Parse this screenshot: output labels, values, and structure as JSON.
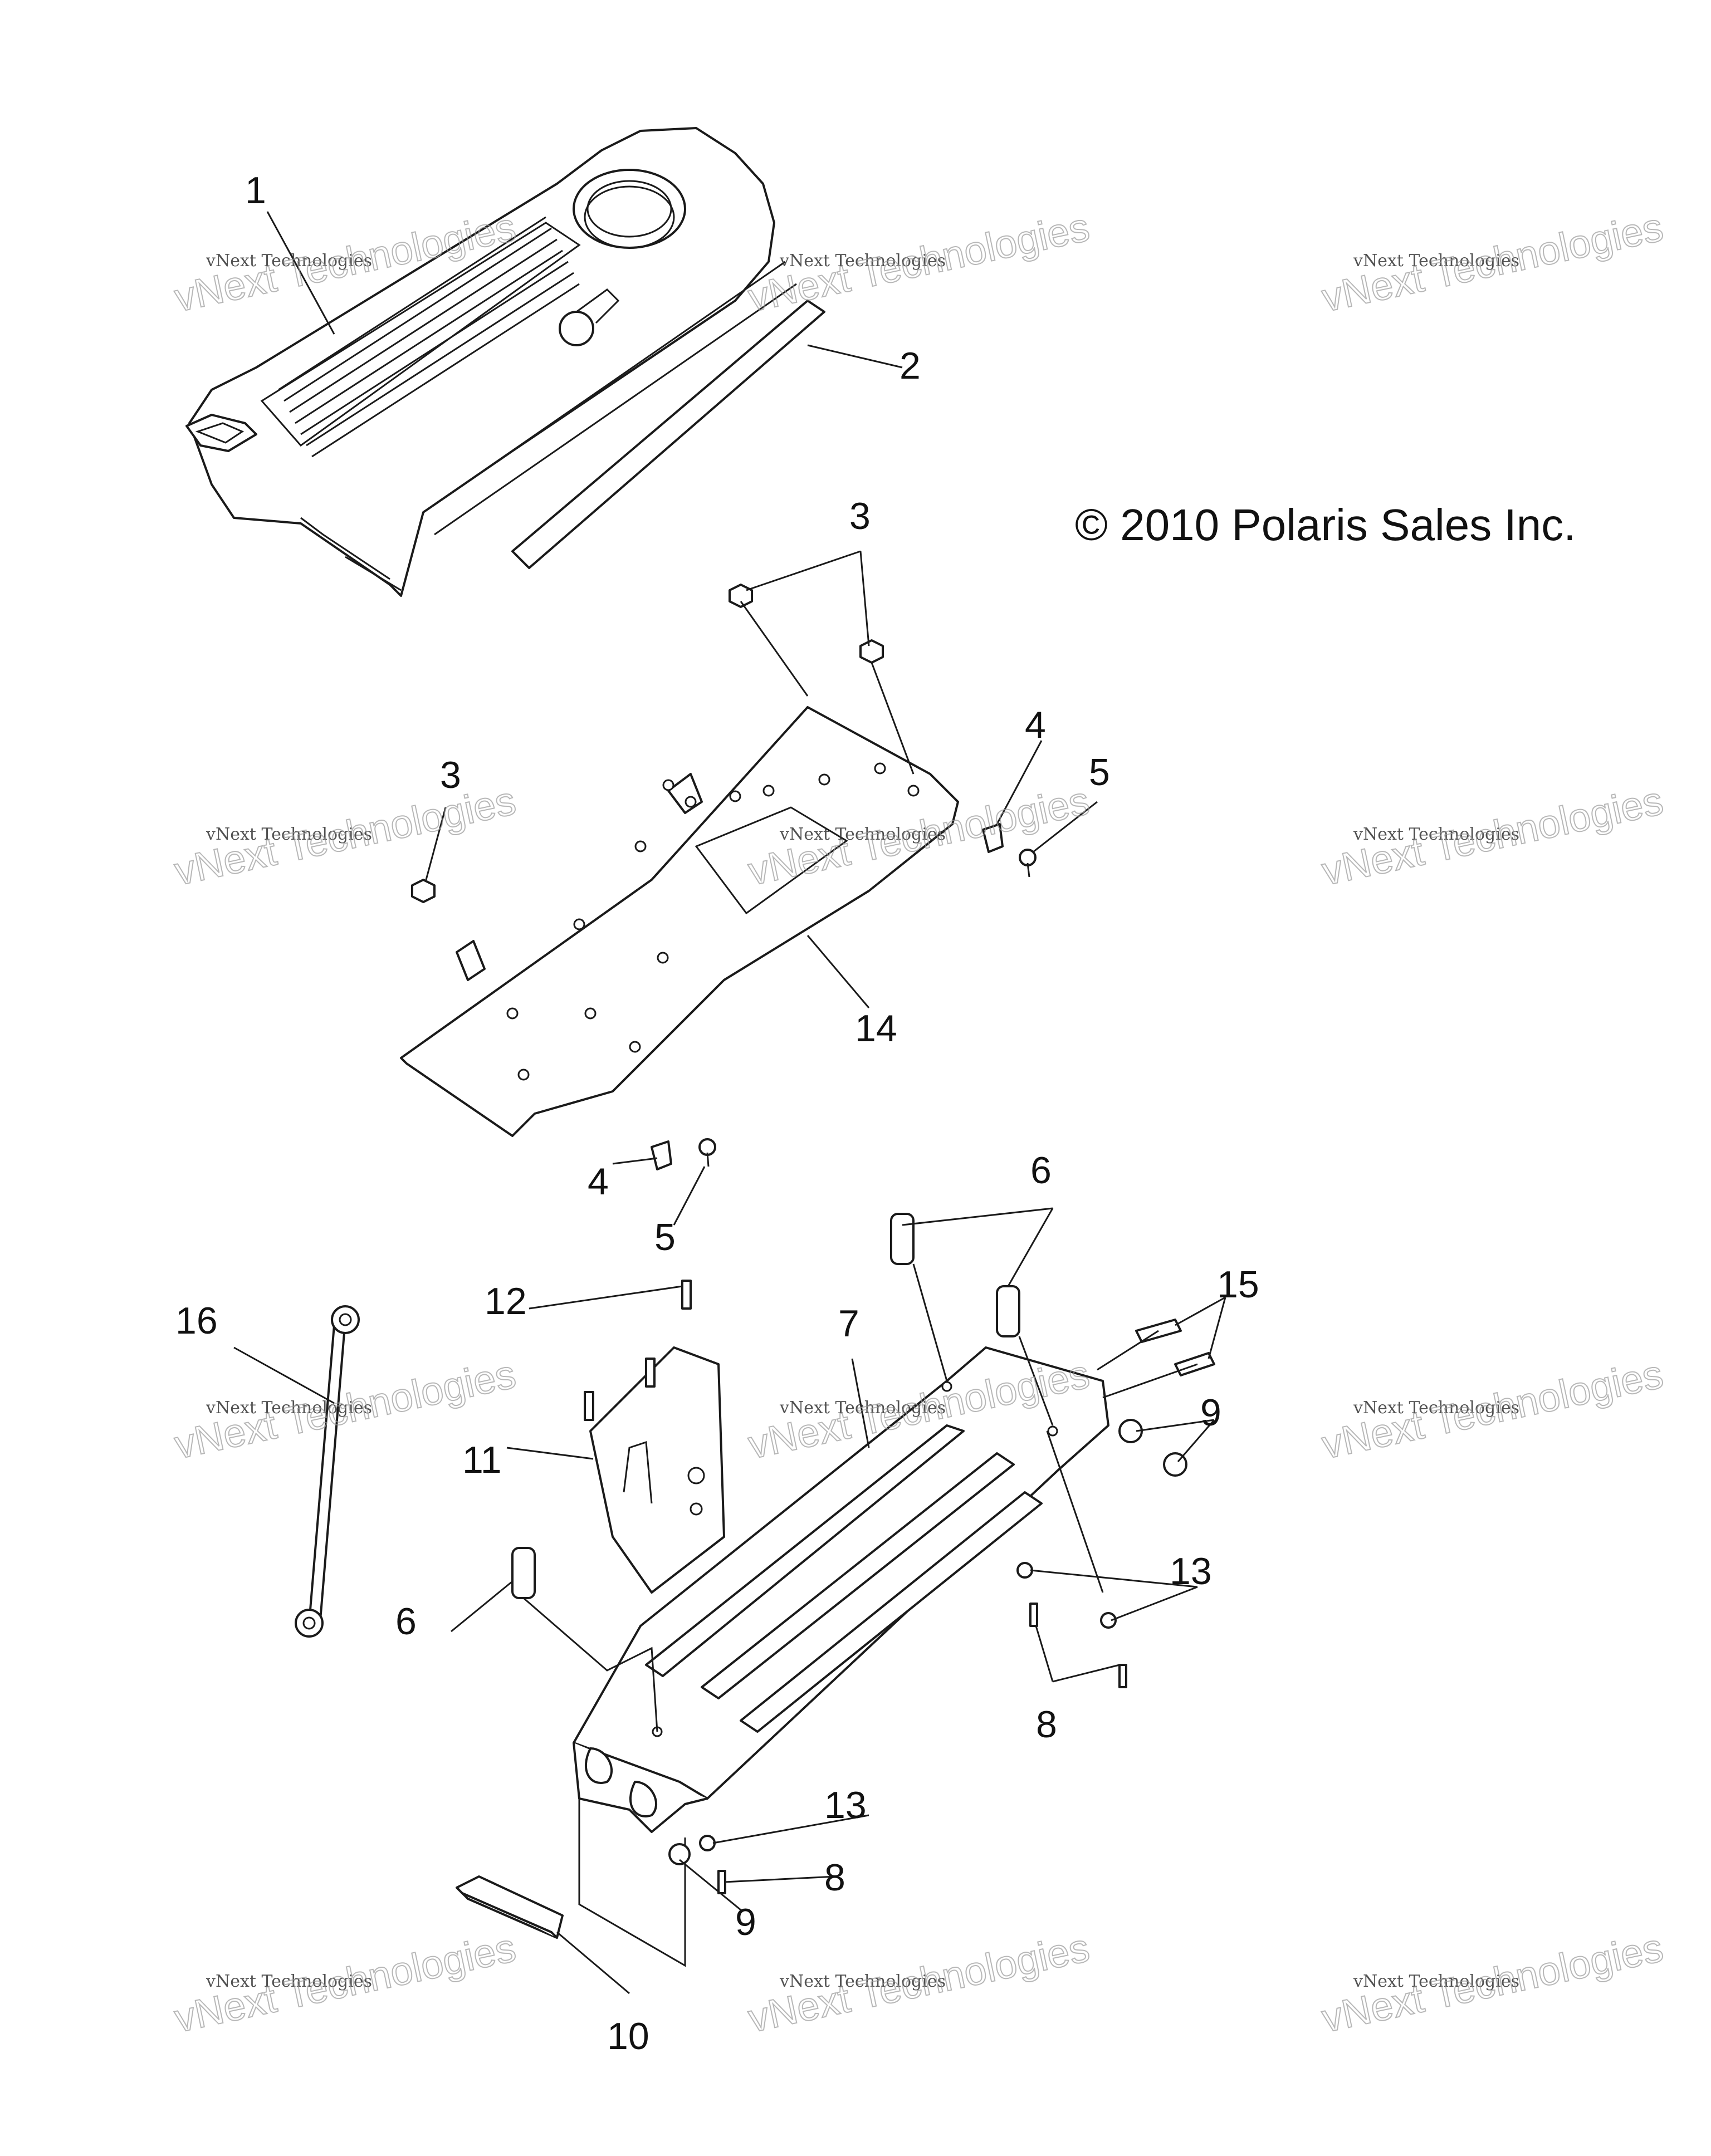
{
  "copyright": "© 2010 Polaris Sales Inc.",
  "watermark": {
    "line1": "vNext Technologies",
    "line2": "vNext Technologies"
  },
  "callouts": {
    "c1": "1",
    "c2": "2",
    "c3a": "3",
    "c3b": "3",
    "c4a": "4",
    "c4b": "4",
    "c5a": "5",
    "c5b": "5",
    "c6a": "6",
    "c6b": "6",
    "c7": "7",
    "c8a": "8",
    "c8b": "8",
    "c9a": "9",
    "c9b": "9",
    "c10": "10",
    "c11": "11",
    "c12": "12",
    "c13a": "13",
    "c13b": "13",
    "c14": "14",
    "c15": "15",
    "c16": "16"
  }
}
